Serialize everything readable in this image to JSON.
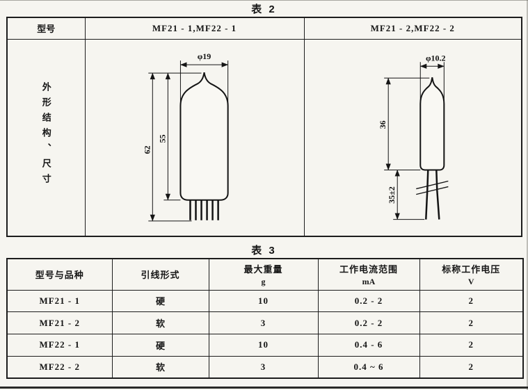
{
  "page": {
    "table2_caption": "表 2",
    "table3_caption": "表 3"
  },
  "table2": {
    "header": {
      "model_label": "型号",
      "variant1": "MF21 - 1,MF22 - 1",
      "variant2": "MF21 - 2,MF22 - 2"
    },
    "row_label": "外形结构、尺寸",
    "drawing1": {
      "diameter": "φ19",
      "overall_height": "62",
      "body_height": "55"
    },
    "drawing2": {
      "diameter": "φ10.2",
      "body_height": "36",
      "lead_length": "35±2"
    }
  },
  "table3": {
    "headers": [
      {
        "title": "型号与品种",
        "unit": ""
      },
      {
        "title": "引线形式",
        "unit": ""
      },
      {
        "title": "最大重量",
        "unit": "g"
      },
      {
        "title": "工作电流范围",
        "unit": "mA"
      },
      {
        "title": "标称工作电压",
        "unit": "V"
      }
    ],
    "rows": [
      {
        "model": "MF21 - 1",
        "lead": "硬",
        "weight": "10",
        "current": "0.2 - 2",
        "voltage": "2"
      },
      {
        "model": "MF21 - 2",
        "lead": "软",
        "weight": "3",
        "current": "0.2 - 2",
        "voltage": "2"
      },
      {
        "model": "MF22 - 1",
        "lead": "硬",
        "weight": "10",
        "current": "0.4 - 6",
        "voltage": "2"
      },
      {
        "model": "MF22 - 2",
        "lead": "软",
        "weight": "3",
        "current": "0.4 ~ 6",
        "voltage": "2"
      }
    ]
  }
}
